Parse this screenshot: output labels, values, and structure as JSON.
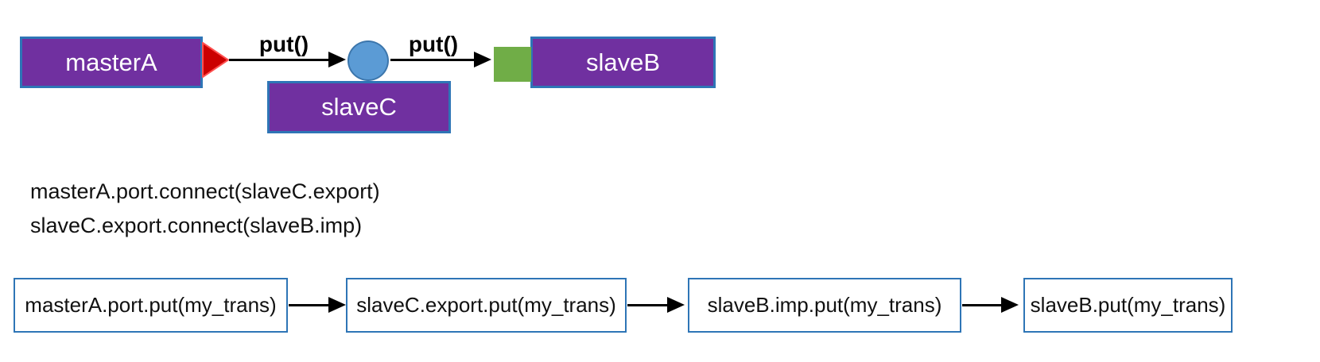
{
  "diagram": {
    "master_label": "masterA",
    "slaveC_label": "slaveC",
    "slaveB_label": "slaveB",
    "arrow1_label": "put()",
    "arrow2_label": "put()"
  },
  "code": {
    "line1": "masterA.port.connect(slaveC.export)",
    "line2": "slaveC.export.connect(slaveB.imp)"
  },
  "flow": {
    "steps": [
      "masterA.port.put(my_trans)",
      "slaveC.export.put(my_trans)",
      "slaveB.imp.put(my_trans)",
      "slaveB.put(my_trans)"
    ]
  },
  "colors": {
    "component_purple": "#7030A0",
    "box_border_blue": "#2E75B6",
    "port_red": "#CB0000",
    "port_red_outline": "#FF5050",
    "export_blue": "#5B9BD5",
    "export_blue_border": "#3C76AC",
    "imp_green": "#70AD47",
    "arrow_black": "#000000",
    "text_white": "#FFFFFF",
    "text_black": "#111111"
  }
}
